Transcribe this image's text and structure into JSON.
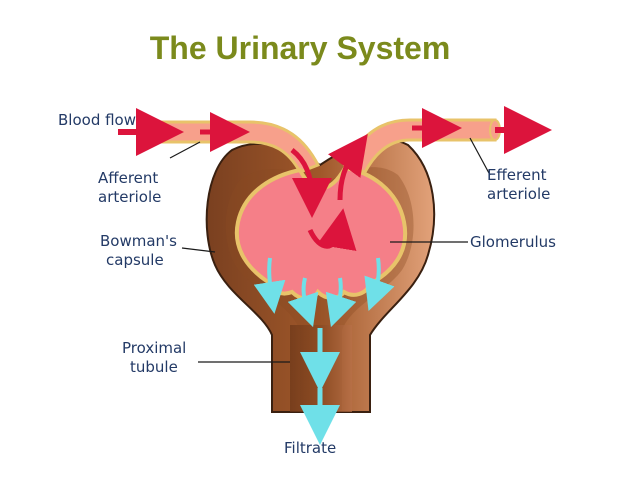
{
  "title": "The Urinary System",
  "labels": {
    "blood_flow": "Blood flow",
    "afferent_1": "Afferent",
    "afferent_2": "arteriole",
    "efferent_1": "Efferent",
    "efferent_2": "arteriole",
    "bowman_1": "Bowman's",
    "bowman_2": "capsule",
    "glomerulus": "Glomerulus",
    "proximal_1": "Proximal",
    "proximal_2": "tubule",
    "filtrate": "Filtrate"
  },
  "colors": {
    "title": "#7b8a1c",
    "label_text": "#233a66",
    "capsule_brown": "#a0522d",
    "capsule_dark": "#6b3a1e",
    "vessel_pink": "#f7a08b",
    "vessel_outline": "#e8c36a",
    "glomerulus_pink": "#f06c7a",
    "blood_arrow": "#dc143c",
    "filtrate_arrow": "#6fe0e8"
  }
}
